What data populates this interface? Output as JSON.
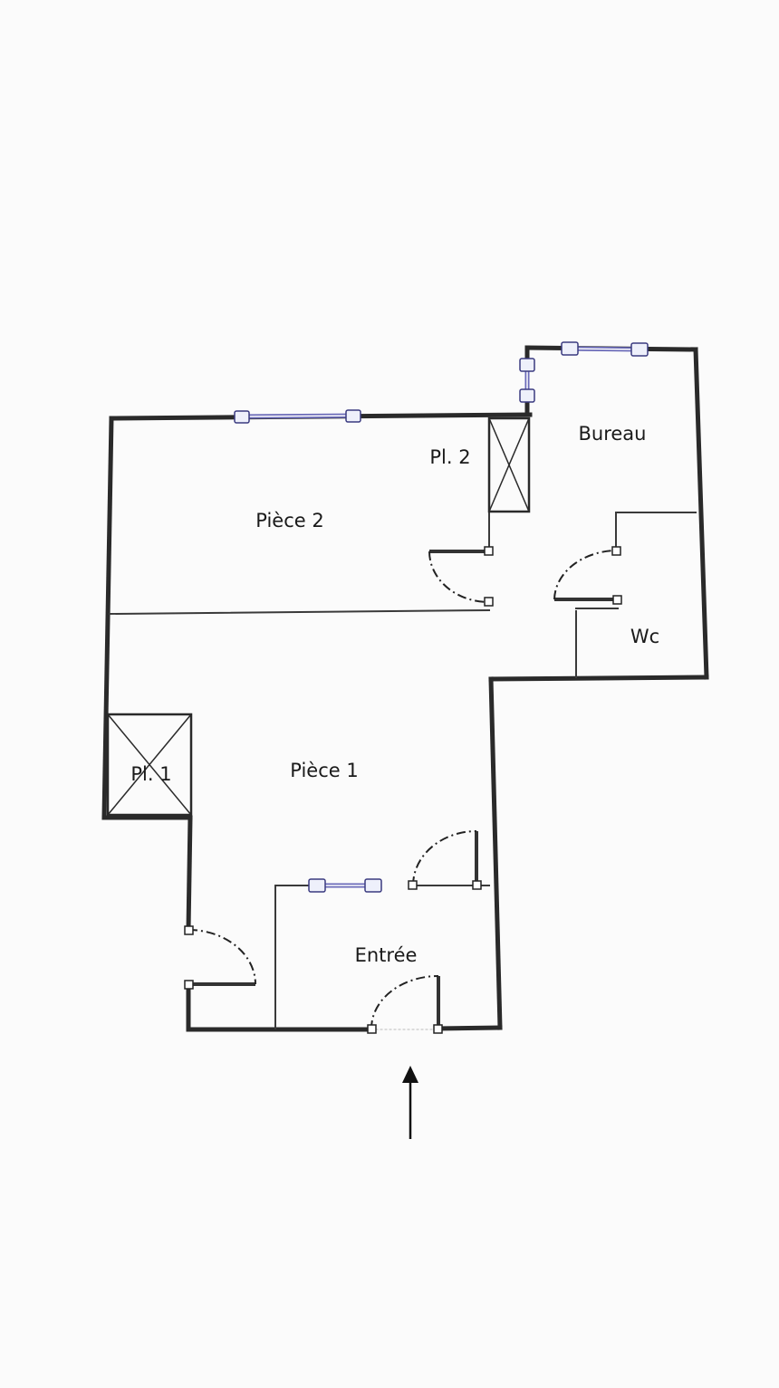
{
  "plan": {
    "rooms": {
      "bureau": "Bureau",
      "piece2": "Pièce 2",
      "placard2": "Pl. 2",
      "wc": "Wc",
      "piece1": "Pièce 1",
      "placard1": "Pl. 1",
      "entree": "Entrée"
    }
  },
  "colors": {
    "walls": "#2a2a2a",
    "windows": "#6a6ab8",
    "background": "#fbfbfb"
  }
}
